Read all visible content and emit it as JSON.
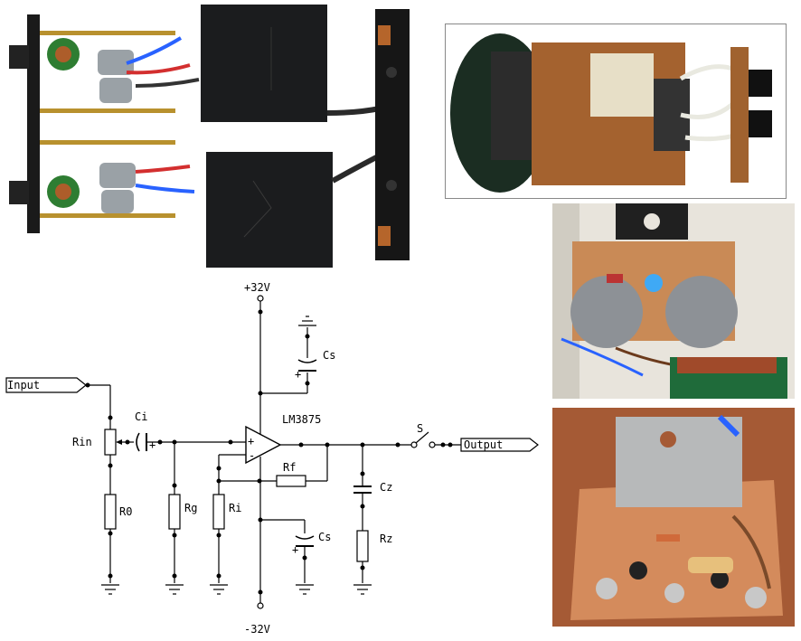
{
  "schematic": {
    "supply_pos": "+32V",
    "supply_neg": "-32V",
    "input": "Input",
    "output": "Output",
    "amp": "LM3875",
    "rin": "Rin",
    "r0": "R0",
    "ci": "Ci",
    "rg": "Rg",
    "ri": "Ri",
    "rf": "Rf",
    "cs_top": "Cs",
    "cs_bottom": "Cs",
    "cz": "Cz",
    "rz": "Rz",
    "switch": "S",
    "op_plus": "+",
    "op_minus": "-",
    "cap_plus_ci": "+",
    "cap_plus_cs_top": "+",
    "cap_plus_cs_bottom": "+"
  },
  "colors": {
    "heatsink": "#1b1c1e",
    "copper": "#a4622f",
    "pcb": "#c98a56",
    "wall": "#e8e4dc"
  }
}
